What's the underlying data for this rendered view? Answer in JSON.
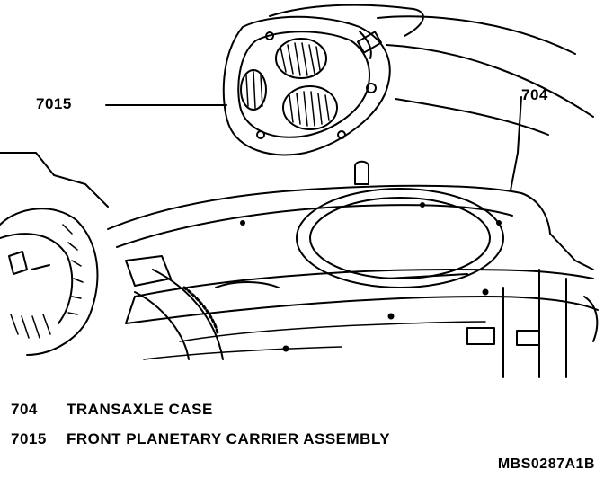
{
  "callouts": {
    "carrier": "7015",
    "case": "704"
  },
  "legend": [
    {
      "number": "704",
      "description": "TRANSAXLE CASE"
    },
    {
      "number": "7015",
      "description": "FRONT PLANETARY CARRIER ASSEMBLY"
    }
  ],
  "figure_id": "MBS0287A1B"
}
